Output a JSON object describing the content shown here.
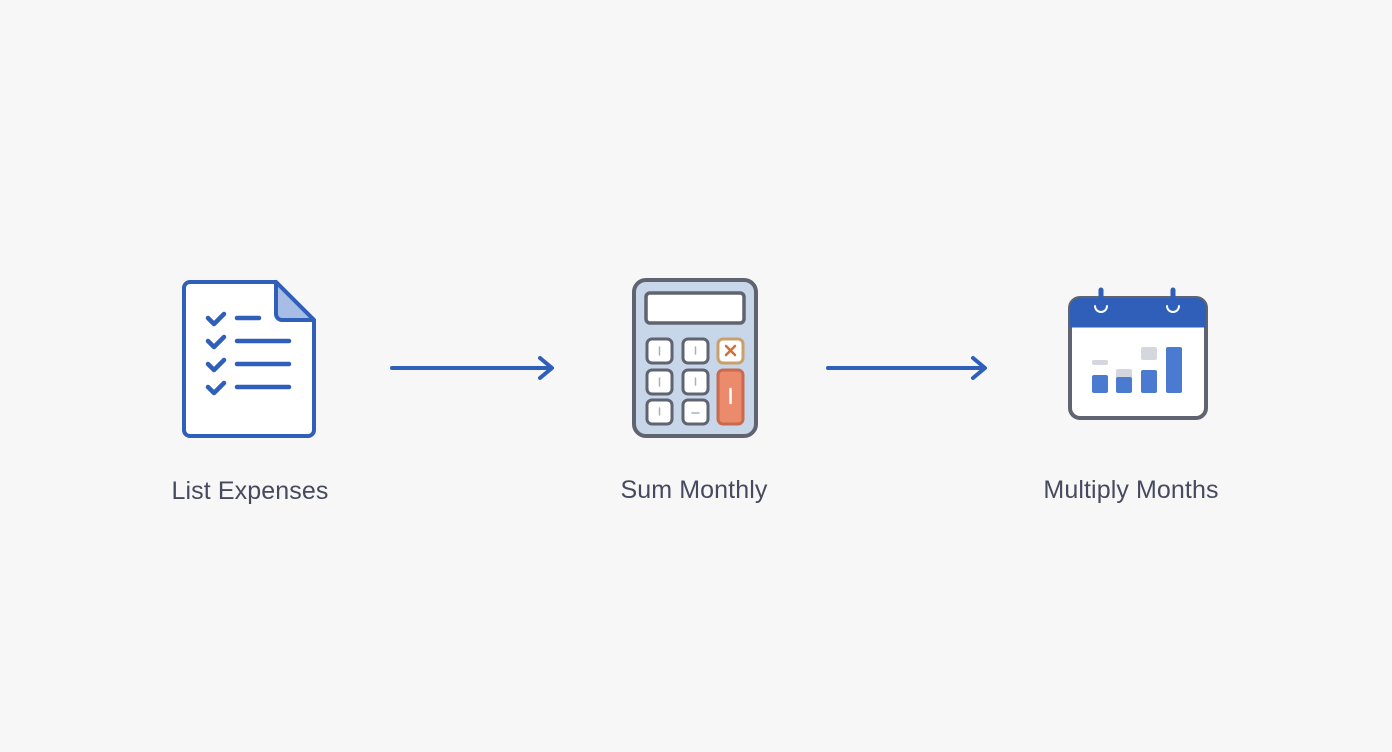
{
  "diagram": {
    "type": "process-flow",
    "direction": "left-to-right",
    "steps": [
      {
        "label": "List Expenses",
        "icon": "checklist-document-icon"
      },
      {
        "label": "Sum Monthly",
        "icon": "calculator-icon"
      },
      {
        "label": "Multiply Months",
        "icon": "calendar-bar-chart-icon"
      }
    ],
    "connectors": [
      {
        "from": "List Expenses",
        "to": "Sum Monthly",
        "icon": "arrow-right-icon"
      },
      {
        "from": "Sum Monthly",
        "to": "Multiply Months",
        "icon": "arrow-right-icon"
      }
    ]
  },
  "colors": {
    "background": "#f7f7f7",
    "primary_blue": "#2f5fb8",
    "label_text": "#474a5e",
    "calculator_body": "#c8d6ea",
    "calculator_outline": "#5f6470",
    "accent_orange": "#ec8a6c",
    "bar_gray": "#d4d7dd"
  }
}
